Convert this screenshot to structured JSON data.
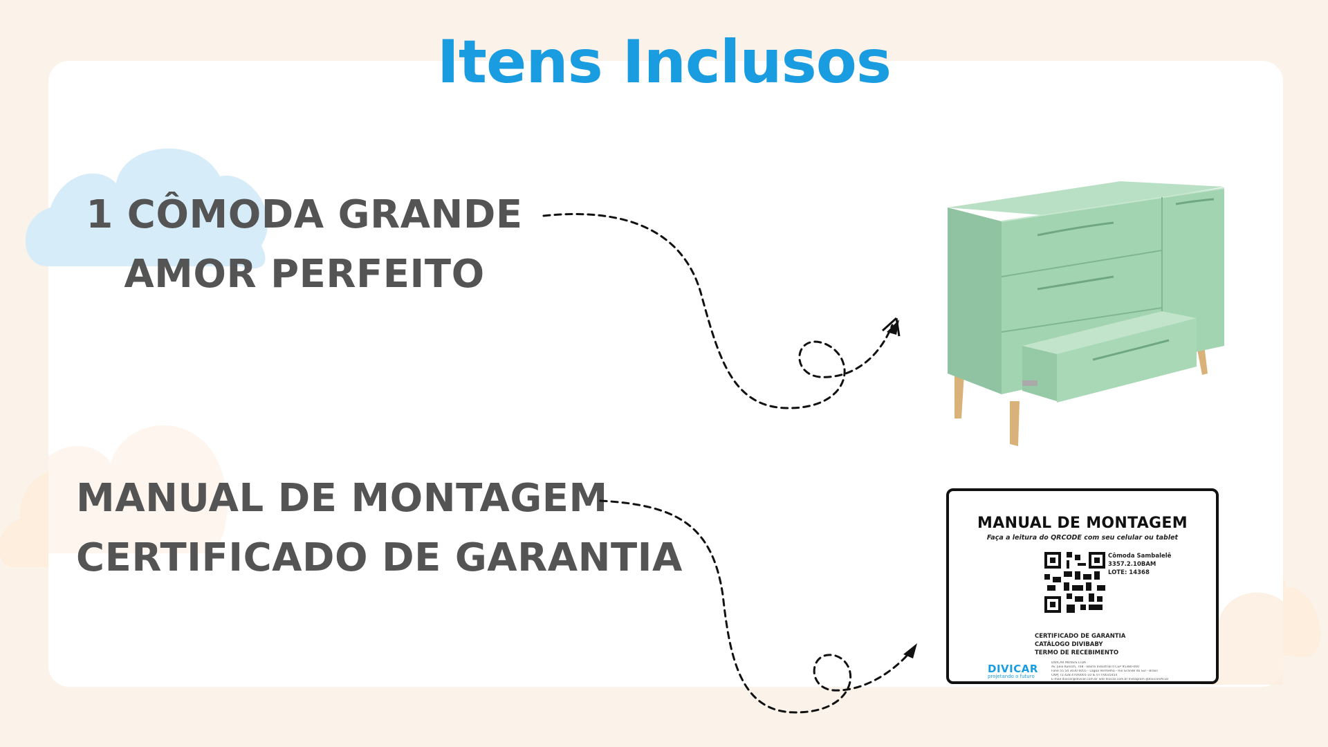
{
  "page": {
    "title": "Itens Inclusos"
  },
  "items": [
    {
      "line1": "1 CÔMODA GRANDE",
      "line2": "AMOR PERFEITO"
    },
    {
      "line1": "MANUAL DE MONTAGEM",
      "line2": "CERTIFICADO DE GARANTIA"
    }
  ],
  "manual_card": {
    "title": "MANUAL DE MONTAGEM",
    "subtitle": "Faça a leitura do QRCODE com seu celular ou tablet",
    "product_name": "Cômoda Sambalelê",
    "product_code": "3357.2.10BAM",
    "lot": "LOTE: 14368",
    "docs": [
      "CERTIFICADO DE GARANTIA",
      "CATÁLOGO DIVIBABY",
      "TERMO DE RECEBIMENTO"
    ],
    "brand": "DIVICAR",
    "brand_tagline": "projetando o futuro",
    "address_lines": [
      "DIVICAR MÓVEIS LTDA",
      "Av. Julio Kunsch, 708 - Bairro Industrial II CEP 95380-000",
      "Fone 55 54 3030 6055 - Lagoa Vermelha - Rio Grande do Sul - Brasil",
      "CNPJ 72.428.470/0001-10   IE 077/0035454",
      "E-mail divicar@divicar.com.br   Site divicar.com.br   Instagram @divicaroficial"
    ]
  },
  "colors": {
    "title": "#1a9de0",
    "item_text": "#545454",
    "dresser_body": "#9fd0ae",
    "dresser_legs": "#d9b27a",
    "cloud_blue": "#d6ecf8",
    "cloud_peach": "#fdeede"
  },
  "icons": {
    "cloud_top": "cloud-blue",
    "cloud_bottom": "cloud-peach",
    "connector": "dashed-arrow"
  }
}
